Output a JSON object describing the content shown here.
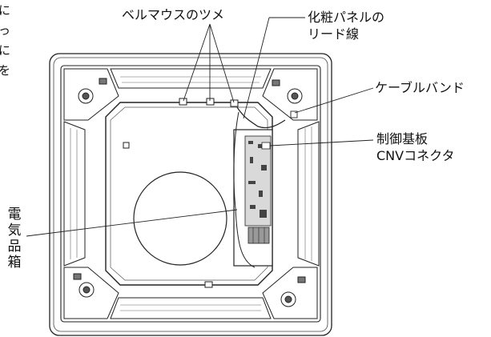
{
  "labels": {
    "bellmouth_claw": "ベルマウスのツメ",
    "panel_lead_line_1": "化粧パネルの",
    "panel_lead_line_2": "リード線",
    "cable_band": "ケーブルバンド",
    "control_board_line_1": "制御基板",
    "control_board_line_2": "CNVコネクタ",
    "electrical_box_chars": [
      "電",
      "気",
      "品",
      "箱"
    ]
  },
  "clipped_left_text": [
    "に",
    "っ",
    "に",
    "を"
  ],
  "colors": {
    "line": "#222222",
    "paper": "#ffffff",
    "board_fill": "#d9d9d9"
  }
}
